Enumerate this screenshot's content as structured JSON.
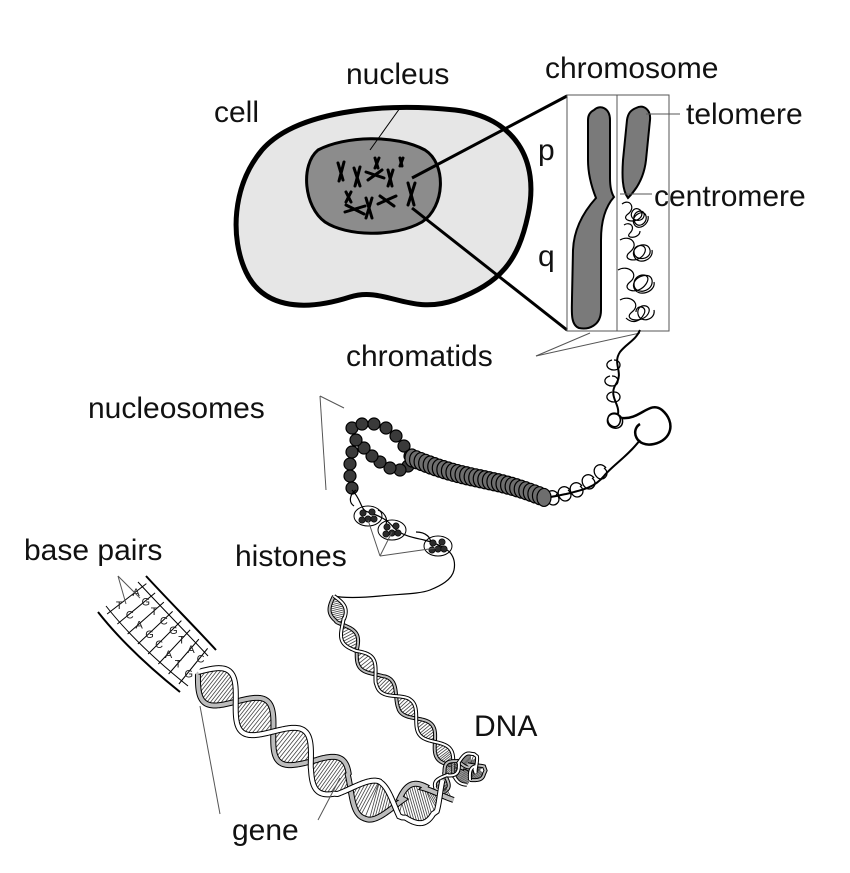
{
  "labels": {
    "cell": "cell",
    "nucleus": "nucleus",
    "chromosome": "chromosome",
    "telomere": "telomere",
    "p_arm": "p",
    "centromere": "centromere",
    "q_arm": "q",
    "chromatids": "chromatids",
    "nucleosomes": "nucleosomes",
    "histones": "histones",
    "base_pairs": "base pairs",
    "dna": "DNA",
    "gene": "gene"
  },
  "base_pair_letters": [
    "T",
    "A",
    "C",
    "G",
    "A",
    "T",
    "G",
    "C",
    "C",
    "G",
    "A",
    "T",
    "T",
    "A",
    "G",
    "C"
  ],
  "colors": {
    "cell_fill": "#e6e6e6",
    "nucleus_fill": "#8c8c8c",
    "chromosome_fill": "#7a7a7a",
    "dark": "#1a1a1a"
  }
}
